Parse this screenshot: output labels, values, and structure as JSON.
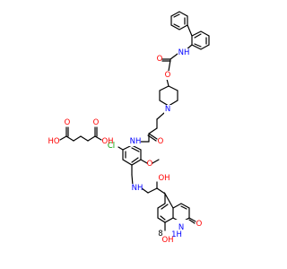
{
  "molecule": {
    "drug": {
      "biphenyl_nh": "NH",
      "carbamate_o_double": "O",
      "carbamate_o_ester": "O",
      "piperidine_n": "N",
      "amide_o": "O",
      "amide_nh": "NH",
      "chloro": "Cl",
      "methoxy_o": "O",
      "amine_nh": "NH",
      "hydroxy": "OH",
      "ring_nh": "1H",
      "lactam_n": "N",
      "lactam_o": "O",
      "phenol_oh": "OH",
      "ring_locant": "8"
    },
    "counterion": {
      "acid1_oh": "OH",
      "acid1_o": "O",
      "acid2_oh": "OH",
      "acid2_o": "O",
      "acid_ho": "HO"
    }
  },
  "colors": {
    "oxygen": "#ff0000",
    "nitrogen": "#0000ff",
    "chlorine": "#00a000",
    "bond": "#000000"
  }
}
